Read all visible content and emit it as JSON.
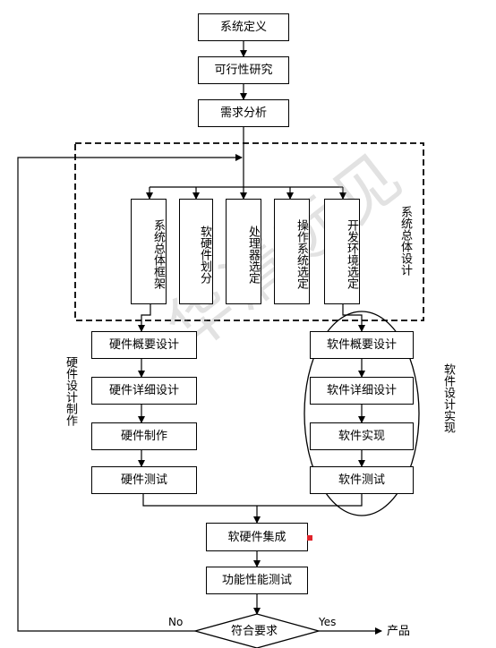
{
  "top_flow": {
    "system_definition": "系统定义",
    "feasibility_study": "可行性研究",
    "requirements_analysis": "需求分析"
  },
  "system_design": {
    "label": "系统总体设计",
    "items": [
      "系统总体框架",
      "软硬件划分",
      "处理器选定",
      "操作系统选定",
      "开发环境选定"
    ]
  },
  "hardware": {
    "label": "硬件设计制作",
    "steps": [
      "硬件概要设计",
      "硬件详细设计",
      "硬件制作",
      "硬件测试"
    ]
  },
  "software": {
    "label": "软件设计实现",
    "steps": [
      "软件概要设计",
      "软件详细设计",
      "软件实现",
      "软件测试"
    ]
  },
  "integration": "软硬件集成",
  "perf_test": "功能性能测试",
  "decision": {
    "text": "符合要求",
    "no_label": "No",
    "yes_label": "Yes"
  },
  "product": "产品",
  "watermark": "华清远见"
}
